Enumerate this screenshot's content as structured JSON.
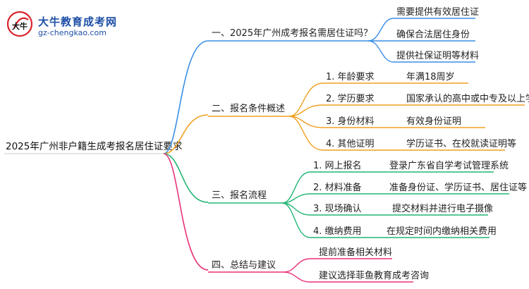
{
  "logo": {
    "title": "大牛教育成考网",
    "url": "gz-chengkao.com",
    "emblem_text": "大牛"
  },
  "colors": {
    "blue": "#3a8ee6",
    "orange": "#f0a020",
    "green": "#22b573",
    "pink": "#e8317a"
  },
  "root": "2025年广州非户籍生成考报名居住证要求",
  "branches": [
    {
      "label": "一、2025年广州成考报名需居住证吗？",
      "leaves": [
        "需要提供有效居住证",
        "确保合法居住身份",
        "提供社保证明等材料"
      ]
    },
    {
      "label": "二、报名条件概述",
      "items": [
        {
          "label": "1. 年龄要求",
          "value": "年满18周岁"
        },
        {
          "label": "2. 学历要求",
          "value": "国家承认的高中或中专及以上学历"
        },
        {
          "label": "3. 身份材料",
          "value": "有效身份证明"
        },
        {
          "label": "4. 其他证明",
          "value": "学历证书、在校就读证明等"
        }
      ]
    },
    {
      "label": "三、报名流程",
      "items": [
        {
          "label": "1. 网上报名",
          "value": "登录广东省自学考试管理系统"
        },
        {
          "label": "2. 材料准备",
          "value": "准备身份证、学历证书、居住证等"
        },
        {
          "label": "3. 现场确认",
          "value": "提交材料并进行电子摄像"
        },
        {
          "label": "4. 缴纳费用",
          "value": "在规定时间内缴纳相关费用"
        }
      ]
    },
    {
      "label": "四、总结与建议",
      "leaves": [
        "提前准备相关材料",
        "建议选择菲鱼教育成考咨询"
      ]
    }
  ]
}
